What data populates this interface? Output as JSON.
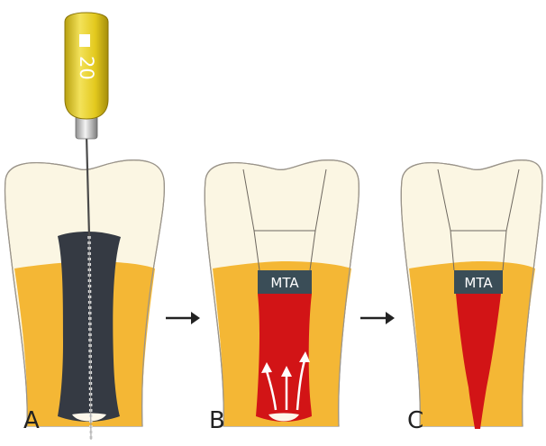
{
  "panels": [
    {
      "letter": "A"
    },
    {
      "letter": "B",
      "label": "MTA"
    },
    {
      "letter": "C",
      "label": "MTA"
    }
  ],
  "file": {
    "size_label": "20"
  },
  "colors": {
    "crown": "#fbf6e3",
    "dentin": "#f4b735",
    "canal_empty": "#353a43",
    "blood": "#d21416",
    "mta": "#3a4d57",
    "handle": "#e8cf23",
    "arrow": "#222222"
  }
}
